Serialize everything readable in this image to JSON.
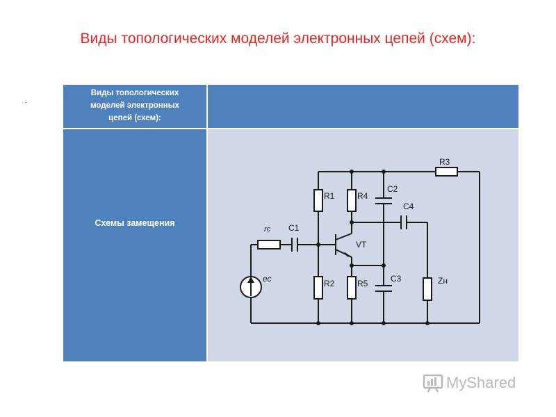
{
  "slide": {
    "title": "Виды топологических моделей электронных цепей (схем):",
    "dot": "."
  },
  "table": {
    "header_left": "Виды топологических\nмоделей электронных\nцепей (схем):",
    "header_right": "",
    "row_label": "Схемы замещения"
  },
  "circuit": {
    "labels": {
      "r3": "R3",
      "r1": "R1",
      "r4": "R4",
      "c2": "C2",
      "c4": "C4",
      "c1": "C1",
      "vt": "VT",
      "r2": "R2",
      "r5": "R5",
      "c3": "C3",
      "zn": "Zн",
      "rc": "rc",
      "ec": "ec"
    }
  },
  "watermark": {
    "text": "MyShared",
    "icon": "myshared-logo-icon"
  },
  "colors": {
    "title": "#e8251e",
    "table_header": "#4f81bd",
    "table_body": "#d0d8e8",
    "wire": "#1a1a1a"
  }
}
